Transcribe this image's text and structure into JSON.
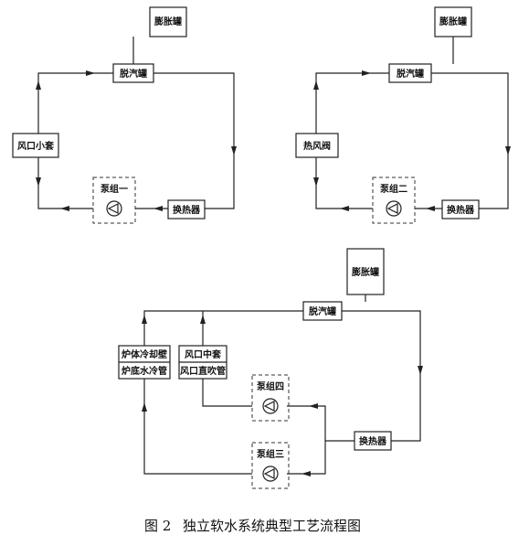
{
  "caption": {
    "figure_no": "图 2",
    "title": "独立软水系统典型工艺流程图"
  },
  "diagram1": {
    "expansion_tank": "膨胀罐",
    "deaerator": "脱汽罐",
    "tuyere_small_sleeve": "风口小套",
    "pump_group": "泵组一",
    "heat_exchanger": "换热器"
  },
  "diagram2": {
    "expansion_tank": "膨胀罐",
    "deaerator": "脱汽罐",
    "hot_blast_valve": "热风阀",
    "pump_group": "泵组二",
    "heat_exchanger": "换热器"
  },
  "diagram3": {
    "expansion_tank": "膨胀罐",
    "deaerator": "脱汽罐",
    "furnace_stave": "炉体冷却壁",
    "furnace_bottom_pipe": "炉底水冷管",
    "tuyere_middle_sleeve": "风口中套",
    "tuyere_blowpipe": "风口直吹管",
    "pump_group_4": "泵组四",
    "pump_group_3": "泵组三",
    "heat_exchanger": "换热器"
  }
}
